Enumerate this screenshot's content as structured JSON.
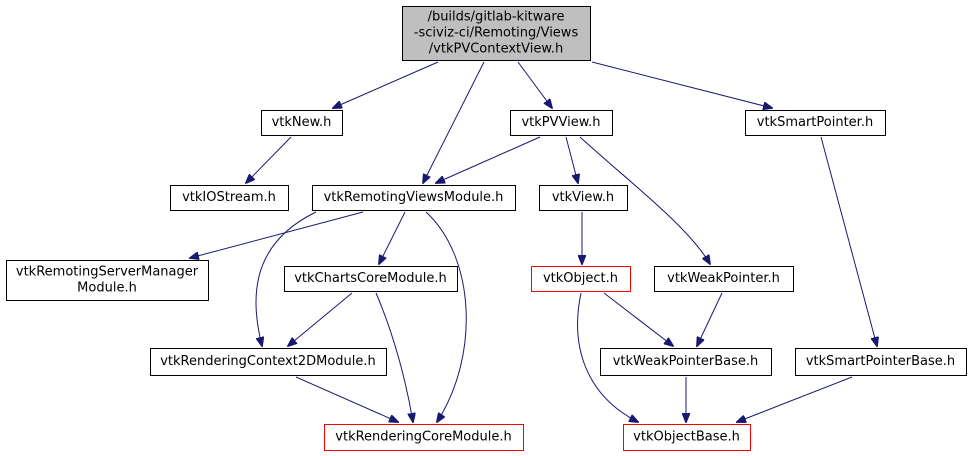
{
  "colors": {
    "edge": "#191970",
    "root_fill": "#bfbfbf",
    "node_fill": "#ffffff",
    "node_border": "#000000",
    "missing_border": "#ff0000"
  },
  "nodes": [
    {
      "id": "root",
      "name": "vtk-pv-context-view-h",
      "lines": [
        "/builds/gitlab-kitware",
        "-sciviz-ci/Remoting/Views",
        "/vtkPVContextView.h"
      ],
      "style": "root"
    },
    {
      "id": "vtkNew",
      "name": "vtk-new-h",
      "lines": [
        "vtkNew.h"
      ],
      "style": "normal"
    },
    {
      "id": "vtkPVView",
      "name": "vtk-pv-view-h",
      "lines": [
        "vtkPVView.h"
      ],
      "style": "normal"
    },
    {
      "id": "vtkSmartPointer",
      "name": "vtk-smart-pointer-h",
      "lines": [
        "vtkSmartPointer.h"
      ],
      "style": "normal"
    },
    {
      "id": "vtkIOStream",
      "name": "vtk-io-stream-h",
      "lines": [
        "vtkIOStream.h"
      ],
      "style": "normal"
    },
    {
      "id": "vtkRemotingViewsModule",
      "name": "vtk-remoting-views-module-h",
      "lines": [
        "vtkRemotingViewsModule.h"
      ],
      "style": "normal"
    },
    {
      "id": "vtkView",
      "name": "vtk-view-h",
      "lines": [
        "vtkView.h"
      ],
      "style": "normal"
    },
    {
      "id": "vtkRemotingServerManagerModule",
      "name": "vtk-remoting-server-manager-module-h",
      "lines": [
        "vtkRemotingServerManager",
        "Module.h"
      ],
      "style": "normal"
    },
    {
      "id": "vtkChartsCoreModule",
      "name": "vtk-charts-core-module-h",
      "lines": [
        "vtkChartsCoreModule.h"
      ],
      "style": "normal"
    },
    {
      "id": "vtkObject",
      "name": "vtk-object-h",
      "lines": [
        "vtkObject.h"
      ],
      "style": "missing"
    },
    {
      "id": "vtkWeakPointer",
      "name": "vtk-weak-pointer-h",
      "lines": [
        "vtkWeakPointer.h"
      ],
      "style": "normal"
    },
    {
      "id": "vtkRenderingContext2DModule",
      "name": "vtk-rendering-context-2d-module-h",
      "lines": [
        "vtkRenderingContext2DModule.h"
      ],
      "style": "normal"
    },
    {
      "id": "vtkWeakPointerBase",
      "name": "vtk-weak-pointer-base-h",
      "lines": [
        "vtkWeakPointerBase.h"
      ],
      "style": "normal"
    },
    {
      "id": "vtkSmartPointerBase",
      "name": "vtk-smart-pointer-base-h",
      "lines": [
        "vtkSmartPointerBase.h"
      ],
      "style": "normal"
    },
    {
      "id": "vtkRenderingCoreModule",
      "name": "vtk-rendering-core-module-h",
      "lines": [
        "vtkRenderingCoreModule.h"
      ],
      "style": "missing"
    },
    {
      "id": "vtkObjectBase",
      "name": "vtk-object-base-h",
      "lines": [
        "vtkObjectBase.h"
      ],
      "style": "missing"
    }
  ],
  "edges": [
    {
      "from": "root",
      "to": "vtkNew"
    },
    {
      "from": "root",
      "to": "vtkRemotingViewsModule"
    },
    {
      "from": "root",
      "to": "vtkPVView"
    },
    {
      "from": "root",
      "to": "vtkSmartPointer"
    },
    {
      "from": "vtkNew",
      "to": "vtkIOStream"
    },
    {
      "from": "vtkPVView",
      "to": "vtkRemotingViewsModule"
    },
    {
      "from": "vtkPVView",
      "to": "vtkView"
    },
    {
      "from": "vtkPVView",
      "to": "vtkWeakPointer"
    },
    {
      "from": "vtkSmartPointer",
      "to": "vtkSmartPointerBase"
    },
    {
      "from": "vtkRemotingViewsModule",
      "to": "vtkRemotingServerManagerModule"
    },
    {
      "from": "vtkRemotingViewsModule",
      "to": "vtkChartsCoreModule"
    },
    {
      "from": "vtkRemotingViewsModule",
      "to": "vtkRenderingContext2DModule"
    },
    {
      "from": "vtkRemotingViewsModule",
      "to": "vtkRenderingCoreModule"
    },
    {
      "from": "vtkView",
      "to": "vtkObject"
    },
    {
      "from": "vtkChartsCoreModule",
      "to": "vtkRenderingContext2DModule"
    },
    {
      "from": "vtkChartsCoreModule",
      "to": "vtkRenderingCoreModule"
    },
    {
      "from": "vtkObject",
      "to": "vtkWeakPointerBase"
    },
    {
      "from": "vtkObject",
      "to": "vtkObjectBase"
    },
    {
      "from": "vtkWeakPointer",
      "to": "vtkWeakPointerBase"
    },
    {
      "from": "vtkRenderingContext2DModule",
      "to": "vtkRenderingCoreModule"
    },
    {
      "from": "vtkWeakPointerBase",
      "to": "vtkObjectBase"
    },
    {
      "from": "vtkSmartPointerBase",
      "to": "vtkObjectBase"
    }
  ]
}
